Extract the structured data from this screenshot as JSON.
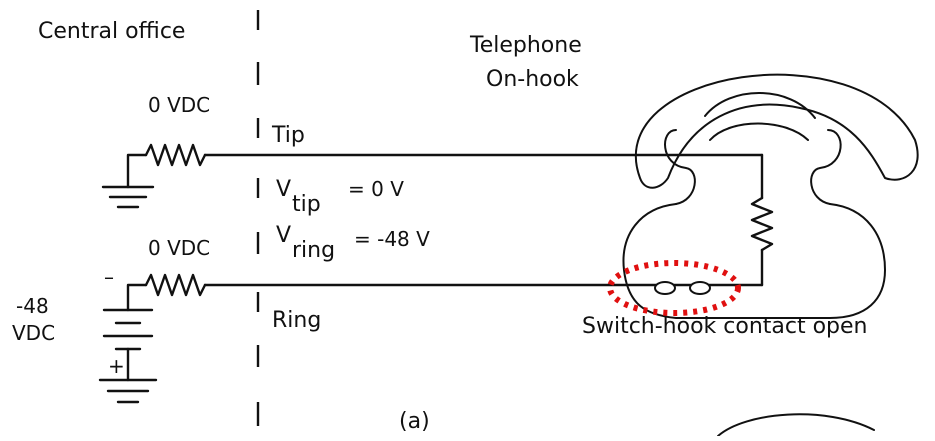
{
  "labels": {
    "central_office": "Central office",
    "telephone": "Telephone",
    "on_hook": "On-hook",
    "vdc_top": "0 VDC",
    "tip": "Tip",
    "v_tip_symbol": "V",
    "v_tip_sub": "tip",
    "v_tip_value": "= 0 V",
    "vdc_bottom": "0 VDC",
    "v_ring_symbol": "V",
    "v_ring_sub": "ring",
    "v_ring_value": "= -48 V",
    "ring": "Ring",
    "battery_value": "-48",
    "battery_unit": "VDC",
    "minus": "–",
    "plus": "+",
    "switch_hook": "Switch-hook contact open",
    "caption": "(a)"
  },
  "colors": {
    "highlight": "#e01010",
    "ink": "#111111"
  }
}
